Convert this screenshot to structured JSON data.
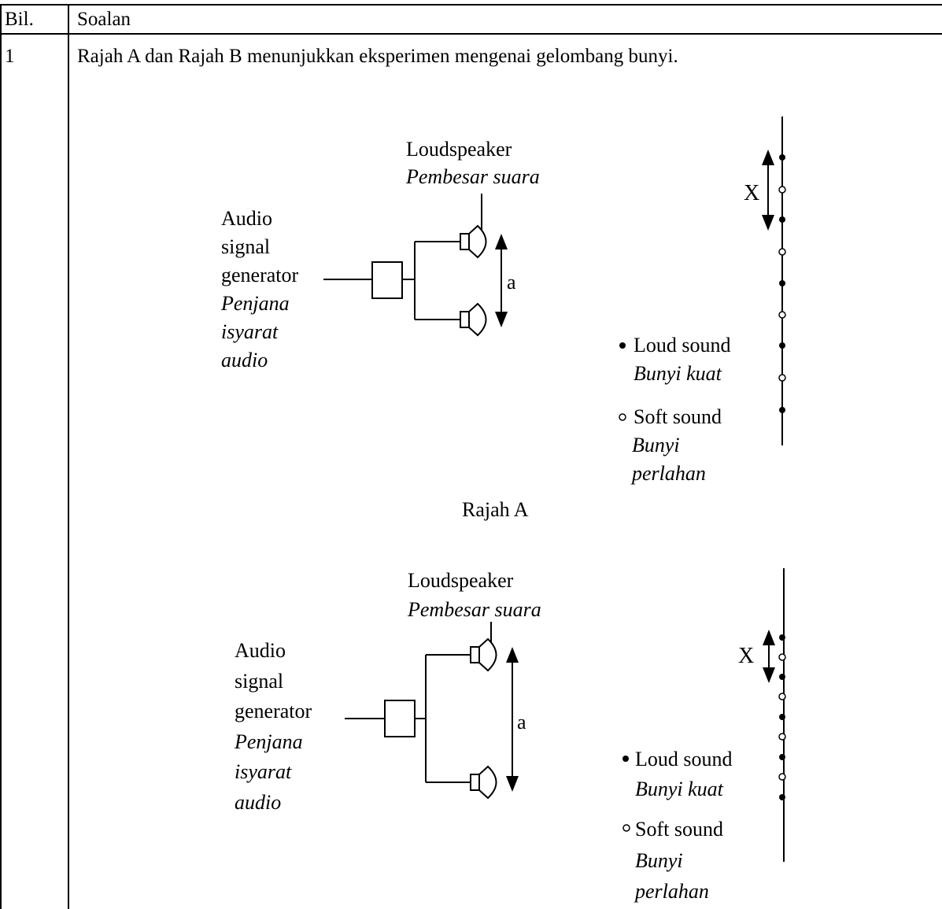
{
  "table": {
    "header": {
      "col_no": "Bil.",
      "col_question": "Soalan"
    },
    "row": {
      "number": "1",
      "question": "Rajah A dan Rajah B menunjukkan eksperimen mengenai gelombang bunyi."
    }
  },
  "diagram_a": {
    "caption": "Rajah A",
    "loudspeaker_en": "Loudspeaker",
    "loudspeaker_ms": "Pembesar suara",
    "generator_en": [
      "Audio",
      "signal",
      "generator"
    ],
    "generator_ms": [
      "Penjana",
      "isyarat",
      "audio"
    ],
    "separation_label": "a",
    "distance_label": "X",
    "loud_en": "Loud sound",
    "loud_ms": "Bunyi kuat",
    "soft_en": "Soft sound",
    "soft_ms": [
      "Bunyi",
      "perlahan"
    ]
  },
  "diagram_b": {
    "loudspeaker_en": "Loudspeaker",
    "loudspeaker_ms": "Pembesar suara",
    "generator_en": [
      "Audio",
      "signal",
      "generator"
    ],
    "generator_ms": [
      "Penjana",
      "isyarat",
      "audio"
    ],
    "separation_label": "a",
    "distance_label": "X",
    "loud_en": "Loud sound",
    "loud_ms": "Bunyi kuat",
    "soft_en": "Soft sound",
    "soft_ms": [
      "Bunyi",
      "perlahan"
    ]
  }
}
